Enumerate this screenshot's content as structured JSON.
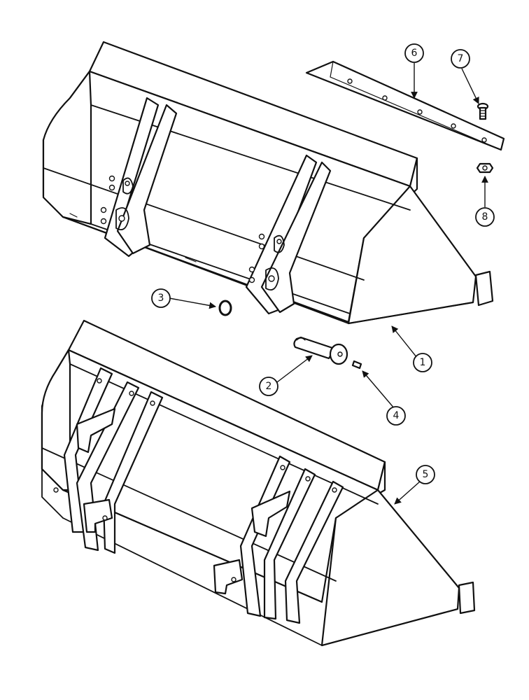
{
  "callouts": [
    {
      "label": "1"
    },
    {
      "label": "2"
    },
    {
      "label": "3"
    },
    {
      "label": "4"
    },
    {
      "label": "5"
    },
    {
      "label": "6"
    },
    {
      "label": "7"
    },
    {
      "label": "8"
    }
  ]
}
